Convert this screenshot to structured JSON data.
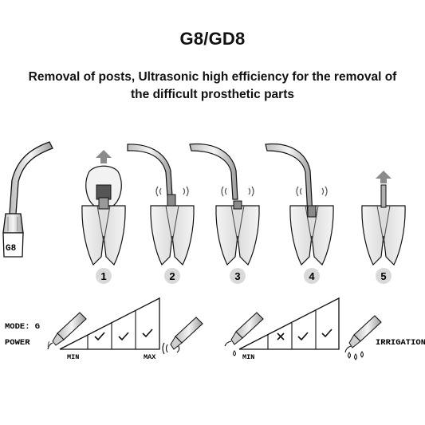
{
  "title": "G8/GD8",
  "subtitle_line1": "Removal of posts, Ultrasonic high efficiency for the removal of",
  "subtitle_line2": "the difficult prosthetic parts",
  "tip_code": "G8",
  "steps": [
    "1",
    "2",
    "3",
    "4",
    "5"
  ],
  "power_panel": {
    "mode_label": "MODE: G",
    "power_label": "POWER",
    "min_label": "MIN",
    "max_label": "MAX",
    "marks": [
      "",
      "check",
      "check",
      "check"
    ]
  },
  "irrigation_panel": {
    "label": "IRRIGATION",
    "min_label": "MIN",
    "marks": [
      "",
      "cross",
      "check",
      "check"
    ]
  },
  "colors": {
    "ink": "#111111",
    "tooth_fill": "#e6e6e6",
    "badge_fill": "#d9d9d9",
    "arrow_gray": "#8a8a8a"
  }
}
